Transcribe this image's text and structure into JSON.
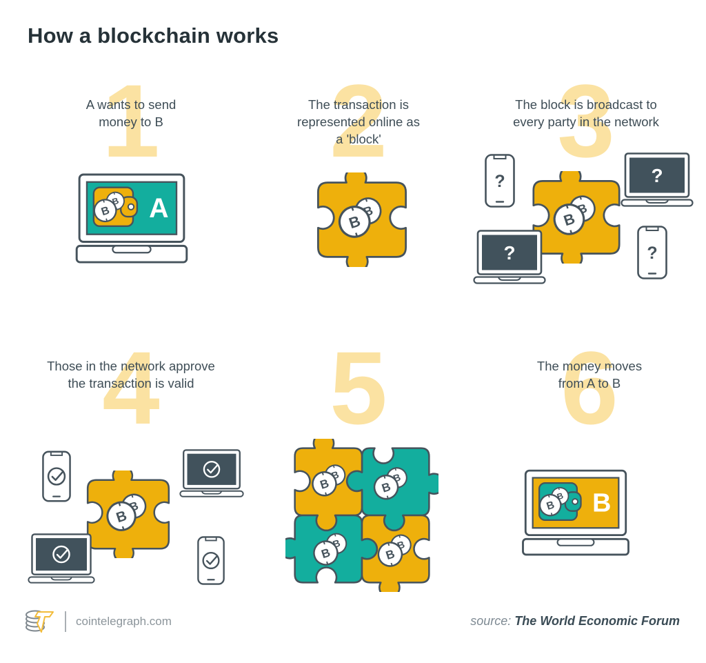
{
  "title": "How a blockchain works",
  "coin_letter": "B",
  "steps": [
    {
      "number": "1",
      "caption_lines": [
        "A wants to send",
        "money to B"
      ],
      "screen_letter": "A"
    },
    {
      "number": "2",
      "caption_lines": [
        "The transaction is",
        "represented online as",
        "a 'block'"
      ]
    },
    {
      "number": "3",
      "caption_lines": [
        "The block is broadcast to",
        "every party in the network"
      ],
      "device_symbol": "?"
    },
    {
      "number": "4",
      "caption_lines": [
        "Those in the network approve",
        "the transaction is valid"
      ]
    },
    {
      "number": "5",
      "caption_lines": []
    },
    {
      "number": "6",
      "caption_lines": [
        "The money moves",
        "from A to B"
      ],
      "screen_letter": "B"
    }
  ],
  "footer": {
    "site": "cointelegraph.com",
    "source_label": "source:",
    "source_name": "The World Economic Forum"
  },
  "colors": {
    "yellow": "#EEB00C",
    "teal": "#13AE9E",
    "number_cream": "#FBE2A2",
    "outline": "#46535C",
    "screen_dark": "#41525C",
    "title": "#263238",
    "caption": "#3E4D56",
    "footer_text": "#8C959B"
  }
}
